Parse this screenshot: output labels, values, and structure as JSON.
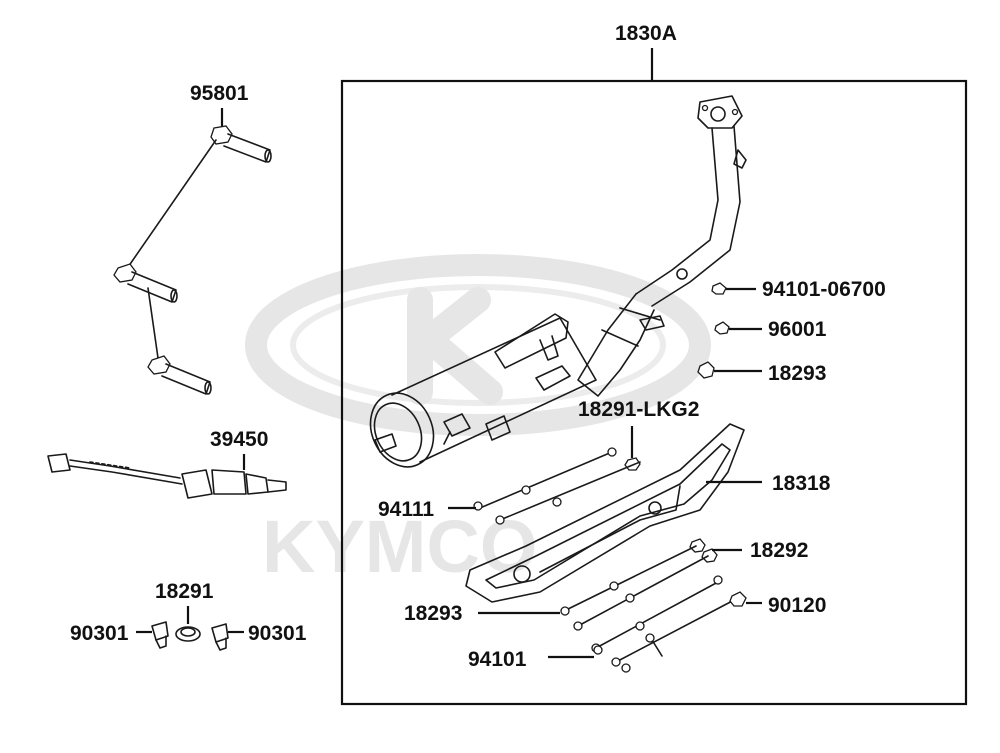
{
  "watermark": {
    "brand": "KYMCO",
    "color": "#e6e6e6"
  },
  "colors": {
    "line": "#1a1a1a",
    "background": "#ffffff"
  },
  "assembly": {
    "label": "1830A"
  },
  "parts": [
    {
      "id": "p95801",
      "label": "95801"
    },
    {
      "id": "p39450",
      "label": "39450"
    },
    {
      "id": "p18291",
      "label": "18291"
    },
    {
      "id": "p90301_left",
      "label": "90301"
    },
    {
      "id": "p90301_right",
      "label": "90301"
    },
    {
      "id": "p94101_06700",
      "label": "94101-06700"
    },
    {
      "id": "p96001",
      "label": "96001"
    },
    {
      "id": "p18293_top",
      "label": "18293"
    },
    {
      "id": "p18291_lkg2",
      "label": "18291-LKG2"
    },
    {
      "id": "p18318",
      "label": "18318"
    },
    {
      "id": "p94111",
      "label": "94111"
    },
    {
      "id": "p18292",
      "label": "18292"
    },
    {
      "id": "p18293_bottom",
      "label": "18293"
    },
    {
      "id": "p90120",
      "label": "90120"
    },
    {
      "id": "p94101",
      "label": "94101"
    }
  ]
}
